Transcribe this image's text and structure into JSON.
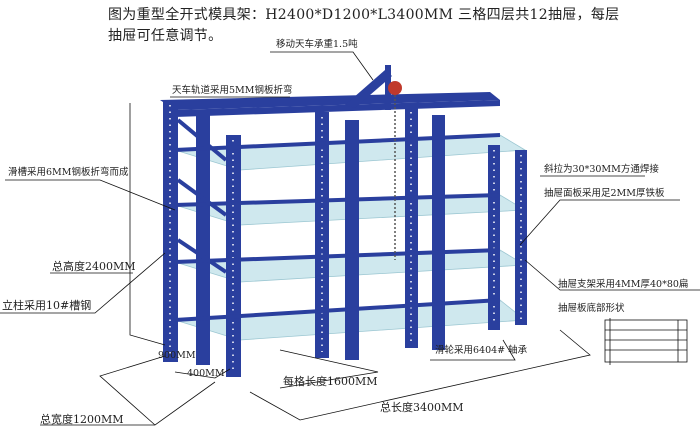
{
  "intro": {
    "line1": "图为重型全开式模具架：H2400*D1200*L3400MM 三格四层共12抽屉，每层",
    "line2": "抽屉可任意调节。"
  },
  "labels": {
    "crane_load": "移动天车承重1.5吨",
    "crane_rail": "天车轨道采用5MM钢板折弯",
    "slide_groove": "滑槽采用6MM钢板折弯而成",
    "total_height": "总高度2400MM",
    "column": "立柱采用10#槽钢",
    "depth_900": "900MM",
    "depth_400": "400MM",
    "total_width": "总宽度1200MM",
    "bay_length": "每格长度1600MM",
    "total_length": "总长度3400MM",
    "pulley": "滑轮采用6404# 轴承",
    "diagonal": "斜拉为30*30MM方通焊接",
    "drawer_panel": "抽屉面板采用足2MM厚铁板",
    "drawer_support": "抽屉支架采用4MM厚40*80扁",
    "drawer_bottom": "抽屉板底部形状"
  },
  "colors": {
    "frame": "#2a3f9e",
    "shelf": "#cfe8ee",
    "chain_hoist": "#c0392b"
  }
}
